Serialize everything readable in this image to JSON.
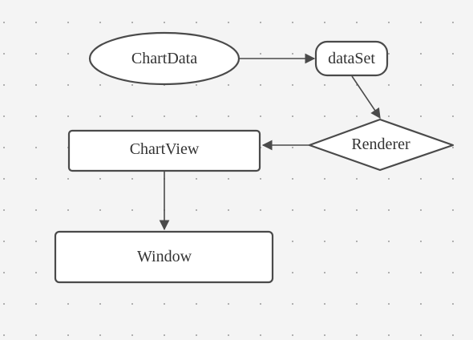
{
  "diagram": {
    "nodes": {
      "chartdata": {
        "label": "ChartData",
        "shape": "ellipse"
      },
      "dataset": {
        "label": "dataSet",
        "shape": "rounded-rectangle"
      },
      "renderer": {
        "label": "Renderer",
        "shape": "diamond"
      },
      "chartview": {
        "label": "ChartView",
        "shape": "rectangle"
      },
      "window": {
        "label": "Window",
        "shape": "rectangle"
      }
    },
    "edges": [
      {
        "from": "ChartData",
        "to": "dataSet"
      },
      {
        "from": "dataSet",
        "to": "Renderer"
      },
      {
        "from": "Renderer",
        "to": "ChartView"
      },
      {
        "from": "ChartView",
        "to": "Window"
      }
    ],
    "colors": {
      "background": "#f4f4f4",
      "grid_dot": "#9a9a9a",
      "stroke": "#4a4a4a",
      "node_fill": "#ffffff",
      "text": "#333333"
    }
  }
}
